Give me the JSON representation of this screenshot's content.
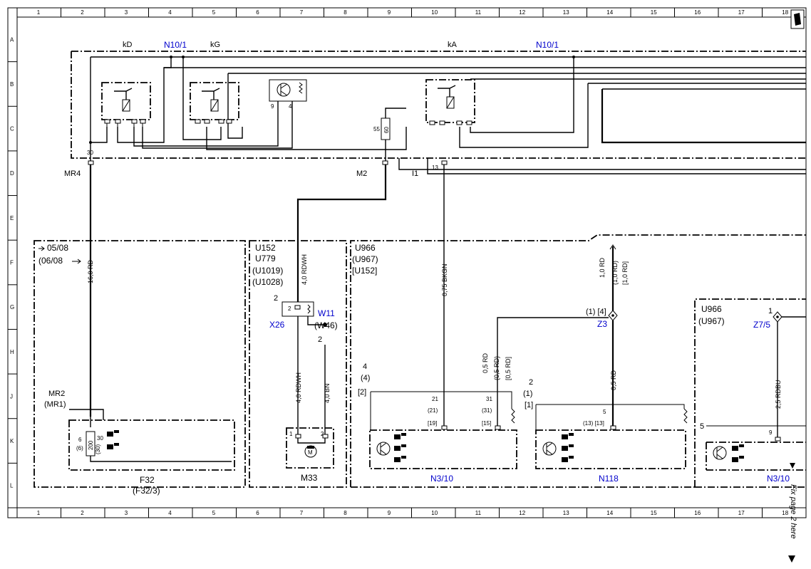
{
  "frame": {
    "columns": [
      "1",
      "2",
      "3",
      "4",
      "5",
      "6",
      "7",
      "8",
      "9",
      "10",
      "11",
      "12",
      "13",
      "14",
      "15",
      "16",
      "17",
      "18"
    ],
    "rows": [
      "A",
      "B",
      "C",
      "D",
      "E",
      "F",
      "G",
      "H",
      "J",
      "K",
      "L"
    ]
  },
  "top_module": {
    "labels": [
      "kD",
      "kG",
      "kA"
    ],
    "ref_left": "N10/1",
    "ref_right": "N10/1",
    "pin_30": "30",
    "pin_9": "9",
    "pin_4": "4",
    "pin_55": "55",
    "fuse_val": "60",
    "pin_13": "13"
  },
  "connectors": {
    "mr4": "MR4",
    "m2": "M2",
    "i1": "I1"
  },
  "section_f32": {
    "arrow1": "05/08",
    "line2": "(06/08",
    "wire": "16,0 RD",
    "mr2": "MR2",
    "mr1": "(MR1)",
    "pin6": "6",
    "pin6b": "(6)",
    "fuse": "200",
    "pin30": "30",
    "pin30b": "(30)",
    "name": "F32",
    "name2": "(F32/3)"
  },
  "section_m33": {
    "codes": [
      "U152",
      "U779",
      "(U1019)",
      "(U1028)"
    ],
    "wire_top": "4,0 RDWH",
    "pin2": "2",
    "pin2b": "2",
    "x26": "X26",
    "w11": "W11",
    "w46": "(W46)",
    "pin2c": "2",
    "wire_a": "4,0 RDWH",
    "wire_b": "4,0 BN",
    "pin1": "1",
    "pin2d": "2",
    "name": "M33"
  },
  "section_n310": {
    "codes": [
      "U966",
      "(U967)",
      "[U152]"
    ],
    "wire1": "0,75 BKGN",
    "wire2a": "1,0 RD",
    "wire2b": "(1,0 RD)",
    "wire2c": "[1,0 RD]",
    "z3_pins": "(1) [4]",
    "z3": "Z3",
    "wire3a": "0,5 RD",
    "wire3b": "(0,5 RD)",
    "wire3c": "[0,5 RD]",
    "wire4": "0,5 RD",
    "p4": "4",
    "p4b": "(4)",
    "p2": "[2]",
    "p21": "21",
    "p21b": "(21)",
    "p19": "[19]",
    "p31": "31",
    "p31b": "(31)",
    "p15": "[15]",
    "q2": "2",
    "q1": "(1)",
    "q1b": "[1]",
    "p5": "5",
    "p13": "(13) [13]",
    "name_a": "N3/10",
    "name_b": "N118"
  },
  "section_right": {
    "codes": [
      "U966",
      "(U967)"
    ],
    "z75": "Z7/5",
    "pin1": "1",
    "wire": "2,5 RDBU",
    "pin5": "5",
    "pin9": "9",
    "name": "N3/10"
  },
  "side_note": "Fix page 2 here"
}
